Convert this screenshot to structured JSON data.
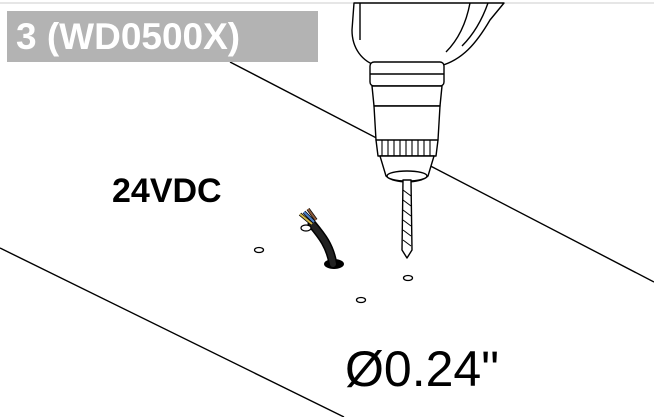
{
  "step": {
    "label": "3 (WD0500X)"
  },
  "labels": {
    "voltage": "24VDC",
    "drill_size": "Ø0.24\""
  },
  "icons": {
    "drill": "drill-icon",
    "cable": "cable-icon",
    "hole": "hole-icon",
    "mounting_surface": "mounting-surface"
  },
  "colors": {
    "badge_background": "#b3b3b3",
    "badge_text": "#ffffff",
    "line_art": "#000000",
    "cable_wire_yellow": "#d4b84a",
    "cable_wire_blue": "#4a7fc9",
    "cable_wire_brown": "#8a5a3a"
  }
}
